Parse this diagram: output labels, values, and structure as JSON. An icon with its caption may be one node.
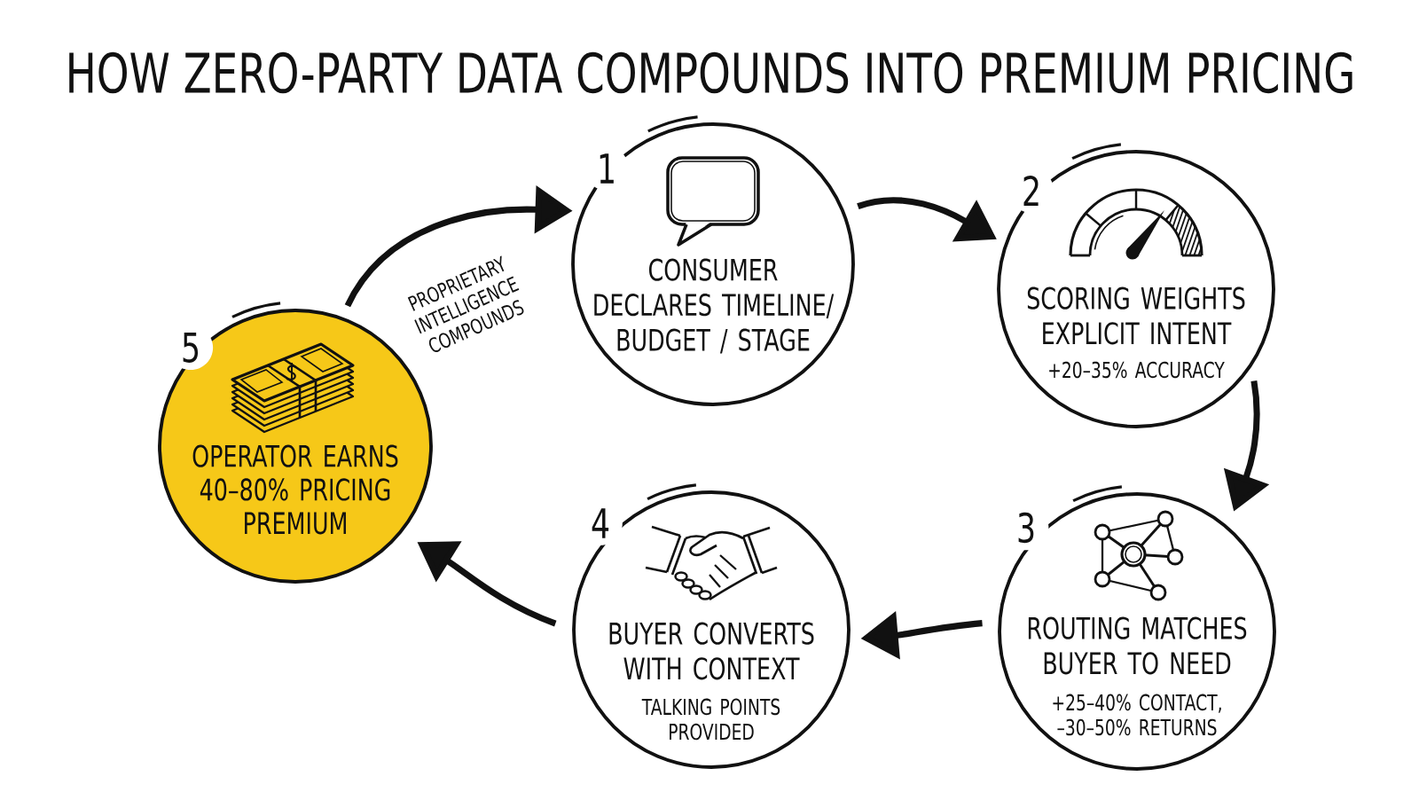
{
  "diagram": {
    "title": "HOW ZERO-PARTY DATA COMPOUNDS INTO PREMIUM PRICING",
    "nodes": [
      {
        "text": [
          "1",
          "CONSUMER DECLARES TIMELINE/ BUDGET / STAGE"
        ]
      },
      {
        "text": [
          "2",
          "SCORING WEIGHTS EXPLICIT INTENT",
          "+20–35% ACCURACY"
        ]
      },
      {
        "text": [
          "3",
          "ROUTING MATCHES BUYER TO NEED",
          "+25–40% CONTACT, –30–50% RETURNS"
        ]
      },
      {
        "text": [
          "4",
          "BUYER CONVERTS WITH CONTEXT",
          "TALKING POINTS PROVIDED"
        ]
      },
      {
        "text": [
          "5",
          "OPERATOR EARNS 40–80% PRICING PREMIUM"
        ]
      }
    ],
    "edges": [
      {
        "from": 0,
        "to": 1,
        "arrow": "to"
      },
      {
        "from": 1,
        "to": 2,
        "arrow": "to"
      },
      {
        "from": 2,
        "to": 3,
        "arrow": "to"
      },
      {
        "from": 3,
        "to": 4,
        "arrow": "to"
      },
      {
        "from": 4,
        "to": 0,
        "arrow": "to",
        "label": "PROPRIETARY INTELLIGENCE COMPOUNDS"
      }
    ]
  }
}
